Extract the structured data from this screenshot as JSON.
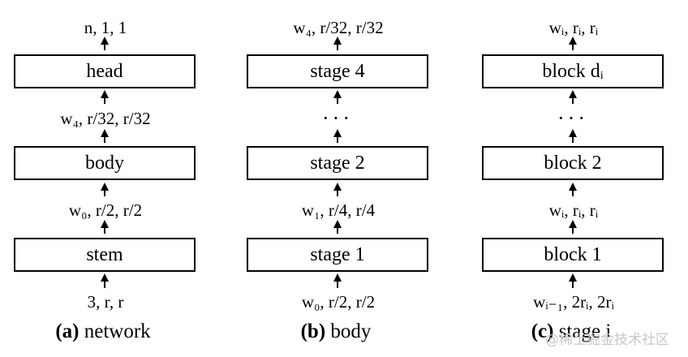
{
  "columns": [
    {
      "top_label": "n, 1, 1",
      "boxes": [
        "head",
        "body",
        "stem"
      ],
      "mid_labels": [
        "w₄, r/32, r/32",
        "w₀, r/2, r/2"
      ],
      "bottom_label": "3, r, r",
      "caption_letter": "(a)",
      "caption_text": "network"
    },
    {
      "top_label": "w₄, r/32, r/32",
      "boxes": [
        "stage 4",
        "stage 2",
        "stage 1"
      ],
      "dots": "···",
      "mid_label": "w₁, r/4, r/4",
      "bottom_label": "w₀, r/2, r/2",
      "caption_letter": "(b)",
      "caption_text": "body"
    },
    {
      "top_label": "wᵢ, rᵢ, rᵢ",
      "boxes": [
        "block dᵢ",
        "block 2",
        "block 1"
      ],
      "dots": "···",
      "mid_label": "wᵢ, rᵢ, rᵢ",
      "bottom_label": "wᵢ₋₁, 2rᵢ, 2rᵢ",
      "caption_letter": "(c)",
      "caption_text": "stage i"
    }
  ],
  "watermark": "@稀土掘金技术社区"
}
